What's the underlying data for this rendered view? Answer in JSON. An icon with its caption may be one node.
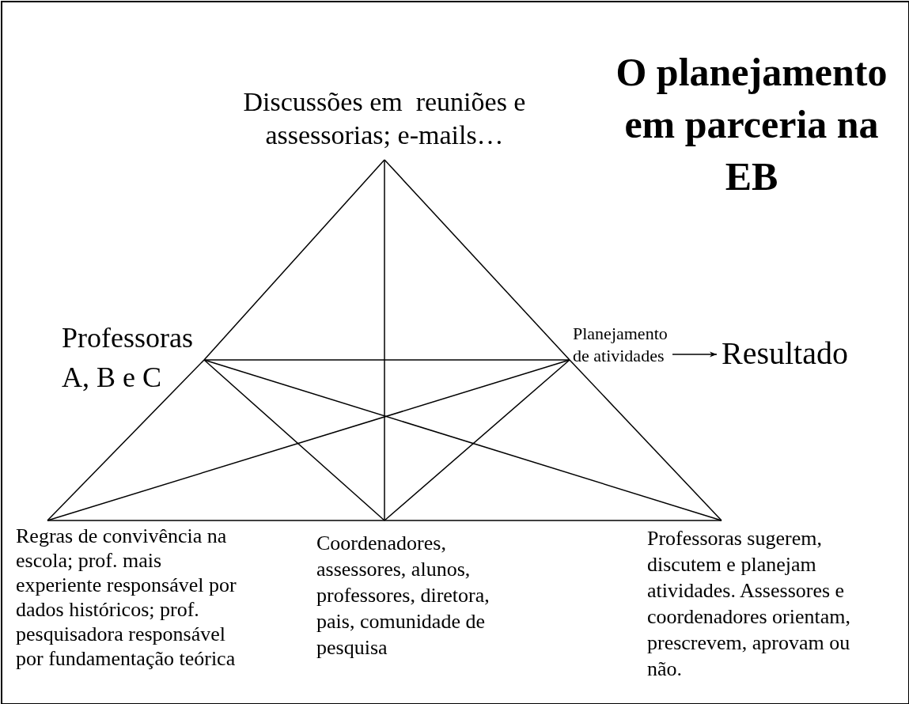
{
  "diagram": {
    "title": "O planejamento em parceria na EB",
    "nodes": [
      {
        "text": [
          "Discussões em  reuniões e assessorias; e-mails…"
        ]
      },
      {
        "text": [
          "Professoras A, B e C"
        ]
      },
      {
        "text": [
          "Planejamento de atividades"
        ]
      },
      {
        "text": [
          "Resultado"
        ]
      },
      {
        "text": [
          "Regras de convivência na escola; prof. mais experiente responsável por dados históricos; prof. pesquisadora responsável por fundamentação teórica"
        ]
      },
      {
        "text": [
          "Coordenadores, assessores, alunos, professores, diretora, pais, comunidade de pesquisa"
        ]
      },
      {
        "text": [
          "Professoras sugerem, discutem e planejam atividades. Assessores e coordenadores orientam, prescrevem, aprovam ou não."
        ]
      }
    ],
    "edges": [
      {
        "from": 0,
        "to": 1,
        "arrow": "none"
      },
      {
        "from": 1,
        "to": 4,
        "arrow": "none"
      },
      {
        "from": 0,
        "to": 2,
        "arrow": "none"
      },
      {
        "from": 2,
        "to": 6,
        "arrow": "none"
      },
      {
        "from": 4,
        "to": 5,
        "arrow": "none"
      },
      {
        "from": 5,
        "to": 6,
        "arrow": "none"
      },
      {
        "from": 0,
        "to": 5,
        "arrow": "none"
      },
      {
        "from": 1,
        "to": 2,
        "arrow": "none"
      },
      {
        "from": 1,
        "to": 5,
        "arrow": "none"
      },
      {
        "from": 2,
        "to": 5,
        "arrow": "none"
      },
      {
        "from": 4,
        "to": 2,
        "arrow": "none"
      },
      {
        "from": 6,
        "to": 1,
        "arrow": "none"
      },
      {
        "from": 2,
        "to": 3,
        "arrow": "to"
      }
    ]
  }
}
